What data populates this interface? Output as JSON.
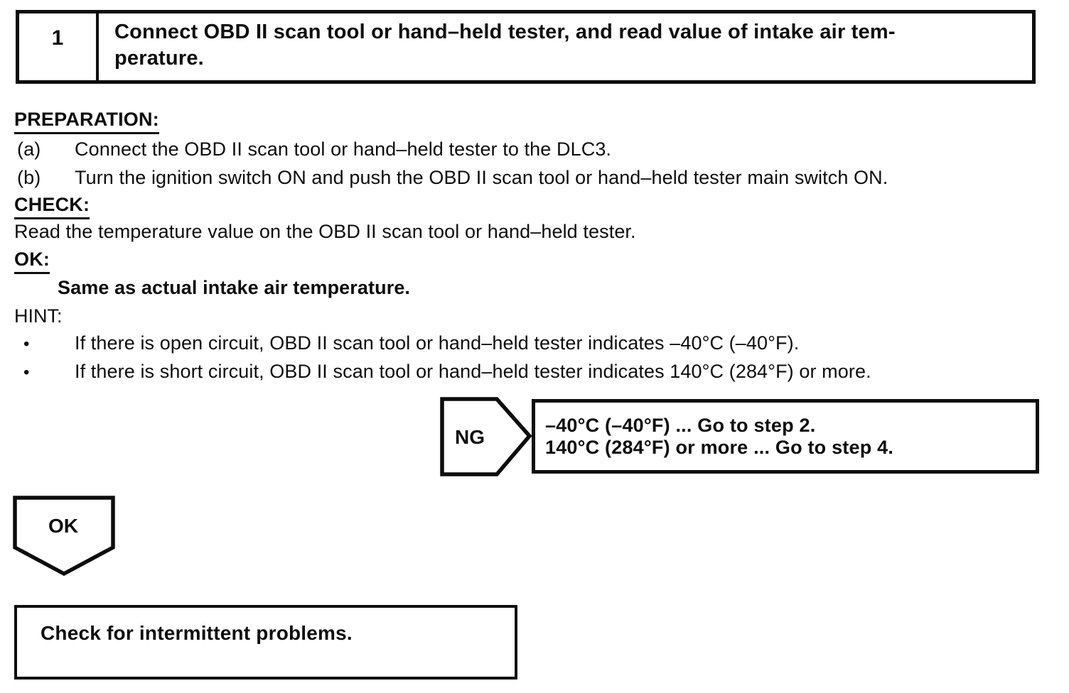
{
  "step_header": {
    "number": "1",
    "title_lines": [
      "Connect OBD II scan tool or hand–held tester, and read value of intake air tem-",
      "perature."
    ]
  },
  "preparation": {
    "heading": "PREPARATION:",
    "items": [
      {
        "label": "(a)",
        "text": "Connect the OBD II scan tool or hand–held tester to the DLC3."
      },
      {
        "label": "(b)",
        "text": "Turn the ignition switch ON and push the OBD II scan tool or hand–held tester main switch ON."
      }
    ]
  },
  "check": {
    "heading": "CHECK:",
    "text": "Read the temperature value on the OBD II scan tool or hand–held tester."
  },
  "ok": {
    "heading": "OK:",
    "result": "Same as actual intake air temperature."
  },
  "hint": {
    "heading": "HINT:",
    "bullet_char": "•",
    "bullets": [
      "If there is open circuit, OBD II scan tool or hand–held tester indicates –40°C (–40°F).",
      "If there is short circuit, OBD II scan tool or hand–held tester indicates 140°C (284°F) or more."
    ]
  },
  "ng_branch": {
    "label": "NG",
    "lines": [
      "–40°C (–40°F) ... Go to step 2.",
      "140°C (284°F) or more ... Go to step 4."
    ]
  },
  "ok_branch": {
    "label": "OK"
  },
  "conclusion": {
    "text": "Check for intermittent problems."
  },
  "colors": {
    "ink": "#0d0d0d",
    "paper": "#ffffff"
  }
}
